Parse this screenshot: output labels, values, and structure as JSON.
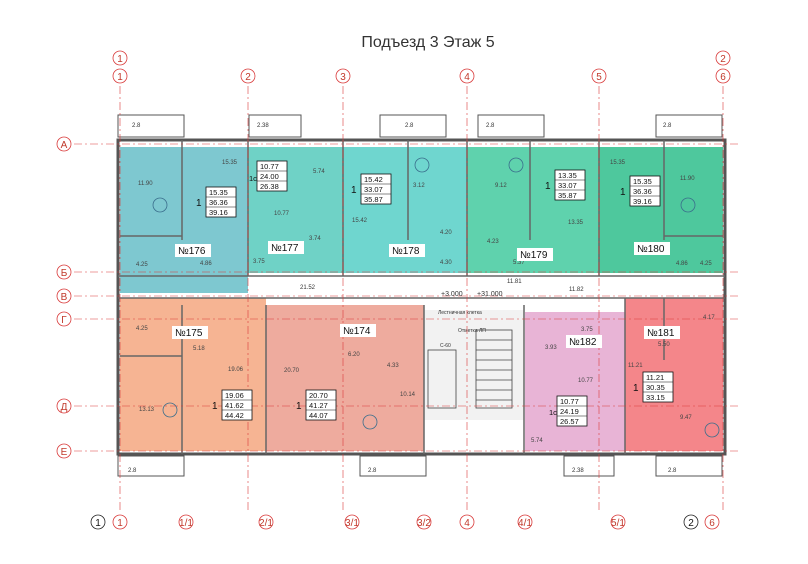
{
  "title": "Подъезд 3  Этаж 5",
  "axes_top": [
    "1",
    "2",
    "3",
    "4",
    "5",
    "6"
  ],
  "axes_top_alt": [
    "1",
    "2"
  ],
  "axes_bottom": [
    "1",
    "1/1",
    "2/1",
    "3/1",
    "3/2",
    "4",
    "4/1",
    "5/1",
    "6"
  ],
  "axes_bottom_circled": [
    "1",
    "2"
  ],
  "axes_left": [
    "А",
    "Б",
    "В",
    "Г",
    "Д",
    "Е"
  ],
  "balcony_dims_top": [
    "2.8",
    "2.38",
    "2.8",
    "2.8",
    "2.8"
  ],
  "balcony_dims_bottom": [
    "2.8",
    "2.8",
    "2.38",
    "2.8"
  ],
  "corridor_dims": [
    "21.52",
    "11.81",
    "11.82"
  ],
  "levels": [
    "+3.000",
    "+31.000"
  ],
  "stair_label": "Лестничная клетка",
  "stair_sub": "Отметка ЛП",
  "stair_code": "C-60",
  "apartments": [
    {
      "no": "№176",
      "rooms": "1",
      "areas": [
        "15.35",
        "36.36",
        "39.16"
      ],
      "color": "#7ec8d0"
    },
    {
      "no": "№177",
      "rooms": "1с",
      "areas": [
        "10.77",
        "24.00",
        "26.38"
      ],
      "color": "#6fd2c6"
    },
    {
      "no": "№178",
      "rooms": "1",
      "areas": [
        "15.42",
        "33.07",
        "35.87"
      ],
      "color": "#6fd6cf"
    },
    {
      "no": "№179",
      "rooms": "1",
      "areas": [
        "13.35",
        "33.07",
        "35.87"
      ],
      "color": "#5fd2ad"
    },
    {
      "no": "№180",
      "rooms": "1",
      "areas": [
        "15.35",
        "36.36",
        "39.16"
      ],
      "color": "#4ec89d"
    },
    {
      "no": "№175",
      "rooms": "1",
      "areas": [
        "19.06",
        "41.62",
        "44.42"
      ],
      "color": "#f6b493"
    },
    {
      "no": "№174",
      "rooms": "1",
      "areas": [
        "20.70",
        "41.27",
        "44.07"
      ],
      "color": "#eeab9e"
    },
    {
      "no": "№182",
      "rooms": "1с",
      "areas": [
        "10.77",
        "24.19",
        "26.57"
      ],
      "color": "#e8b4d6"
    },
    {
      "no": "№181",
      "rooms": "1",
      "areas": [
        "11.21",
        "30.35",
        "33.15"
      ],
      "color": "#f4868a"
    }
  ],
  "room_areas": [
    "15.35",
    "11.90",
    "4.25",
    "4.86",
    "10.77",
    "5.74",
    "3.74",
    "3.75",
    "15.42",
    "3.12",
    "4.20",
    "4.30",
    "9.12",
    "4.23",
    "5.37",
    "13.35",
    "15.35",
    "11.90",
    "4.25",
    "4.86",
    "4.25",
    "5.18",
    "19.06",
    "13.13",
    "20.70",
    "6.20",
    "4.33",
    "10.14",
    "3.75",
    "3.93",
    "10.77",
    "5.74",
    "4.17",
    "5.50",
    "11.21",
    "9.47"
  ],
  "colors": {
    "grid": "#d93a3a",
    "wall": "#555555",
    "stair": "#dddddd"
  }
}
